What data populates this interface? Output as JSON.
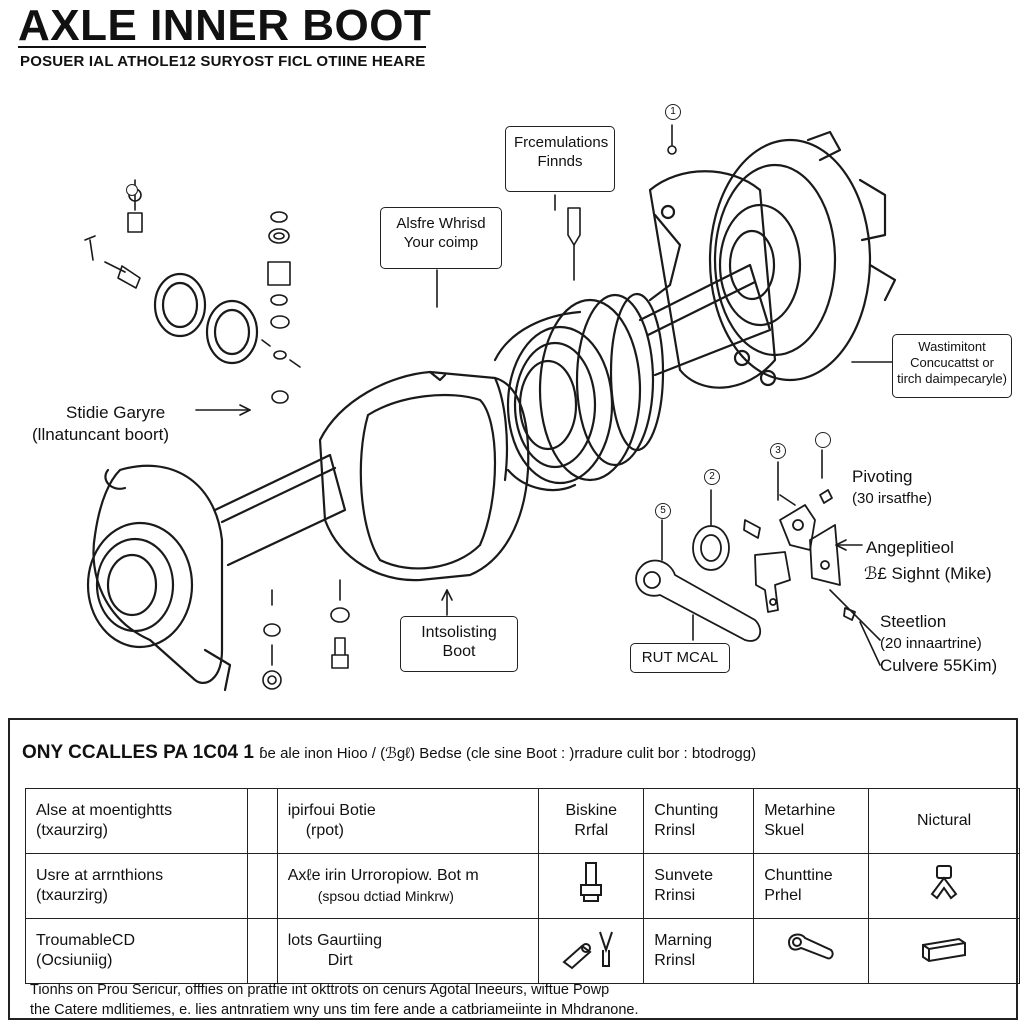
{
  "header": {
    "title": "AXLE INNER BOOT",
    "subtitle": "POSUER IAL ATHOLE12 SURYOST FICL OTIINE HEARE"
  },
  "callouts": {
    "fasteners": {
      "line1": "Frcemulations",
      "line2": "Finnds"
    },
    "washer": {
      "line1": "Alsfre Whrisd",
      "line2": "Your coimp"
    },
    "side_gasket": {
      "line1": "Stidie Garyre",
      "line2": "(llnatuncant boort)"
    },
    "installing_boot": {
      "line1": "Intsolisting",
      "line2": "Boot"
    },
    "mounting": {
      "line1": "Wastimitont",
      "line2": "Concucattst or",
      "line3": "tirch daimpecaryle)"
    },
    "pivoting": {
      "line1": "Pivoting",
      "line2": "(30 irsatfhe)"
    },
    "angle_tool": {
      "line1": "Angeplitieol",
      "line2": "ℬ£ Sighnt  (Mike)"
    },
    "steel": {
      "line1": "Steetlion",
      "line2": "(20 innaartrine)",
      "line3": "Culvere 55Kim)"
    },
    "rut_mcal": "RUT MCAL"
  },
  "part_numbers": {
    "n1": "1",
    "n2": "2",
    "n3": "3",
    "n5": "5"
  },
  "panel": {
    "heading": "ONY CCALLES PA 1C04 1",
    "heading_rest": "ɓe ale inon Hioo / (ℬgℓ) Bedse (cle sine Boot : )rradure culit bor : btodrogg)",
    "rows": [
      {
        "col1a": "Alse at moentightts",
        "col1b": "(txaurzirg)",
        "col2a": "ipirfoui Botie",
        "col2b": "(rpot)",
        "col3a": "Biskine",
        "col3b": "Rrfal",
        "col4a": "Chunting",
        "col4b": "Rrinsl",
        "col5a": "Metarhine",
        "col5b": "Skuel",
        "col6": "Nictural"
      },
      {
        "col1a": "Usre at arrnthions",
        "col1b": "(txaurzirg)",
        "col2a": "Axℓe irin Urroropiow. Bot m",
        "col2b": "(spsou dctiad Minkrw)",
        "col4a": "Sunvete",
        "col4b": "Rrinsi",
        "col5a": "Chunttine",
        "col5b": "Prhel"
      },
      {
        "col1a": "TroumableCD",
        "col1b": "(Ocsiuniig)",
        "col2a": "lots Gaurtiing",
        "col2b": "Dirt",
        "col4a": "Marning",
        "col4b": "Rrinsl"
      }
    ],
    "footnote_line1": "Tionhs on Prou Sericur, offfies on pratfie int okttrots on cenurs Agotal Ineeurs, wiftue Powp",
    "footnote_line2": "the Catere mdlitiemes, e. lies antnratiem wny uns tim fere ande a catbriameiinte in Mhdranone."
  }
}
